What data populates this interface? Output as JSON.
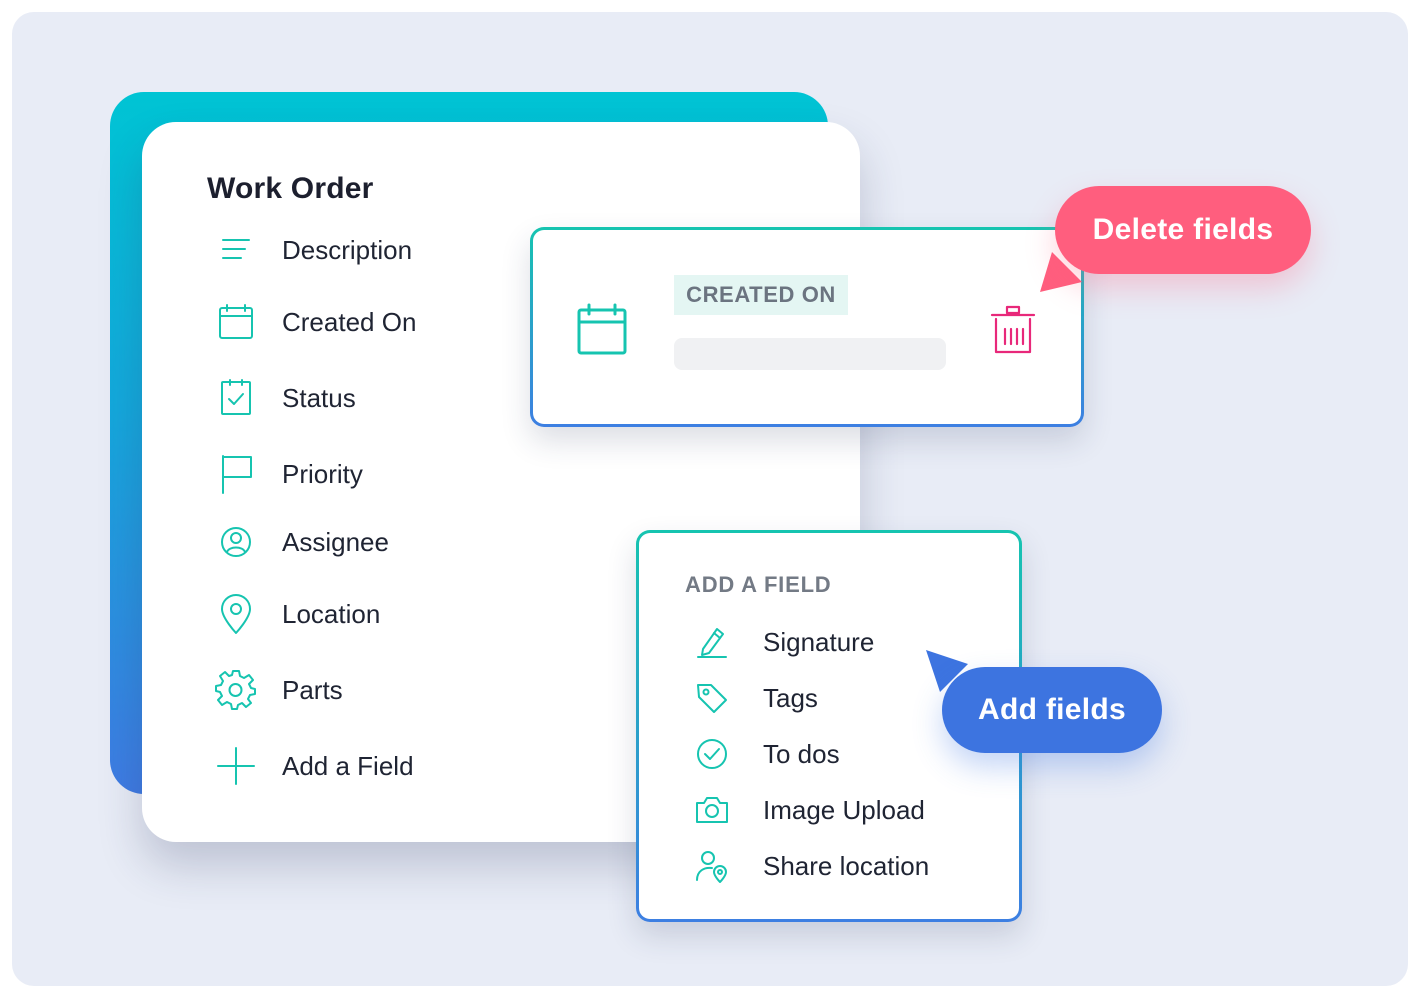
{
  "work_order": {
    "title": "Work Order",
    "fields": [
      {
        "label": "Description",
        "icon": "description-lines-icon"
      },
      {
        "label": "Created On",
        "icon": "calendar-icon"
      },
      {
        "label": "Status",
        "icon": "status-check-icon"
      },
      {
        "label": "Priority",
        "icon": "flag-icon"
      },
      {
        "label": "Assignee",
        "icon": "user-circle-icon"
      },
      {
        "label": "Location",
        "icon": "map-pin-icon"
      },
      {
        "label": "Parts",
        "icon": "gear-icon"
      },
      {
        "label": "Add a Field",
        "icon": "plus-icon"
      }
    ]
  },
  "created_card": {
    "label": "CREATED ON",
    "icon": "calendar-icon",
    "delete_icon": "trash-icon"
  },
  "add_field_menu": {
    "title": "ADD A FIELD",
    "items": [
      {
        "label": "Signature",
        "icon": "pen-signature-icon"
      },
      {
        "label": "Tags",
        "icon": "tag-icon"
      },
      {
        "label": "To dos",
        "icon": "check-circle-icon"
      },
      {
        "label": "Image Upload",
        "icon": "camera-icon"
      },
      {
        "label": "Share location",
        "icon": "user-pin-icon"
      }
    ]
  },
  "callouts": {
    "delete_fields": "Delete fields",
    "add_fields": "Add fields"
  },
  "colors": {
    "accent_teal": "#16c4b0",
    "accent_blue": "#3d74e0",
    "delete_pink": "#ff5e7e",
    "trash_magenta": "#e8287a",
    "background": "#e8ecf6"
  }
}
